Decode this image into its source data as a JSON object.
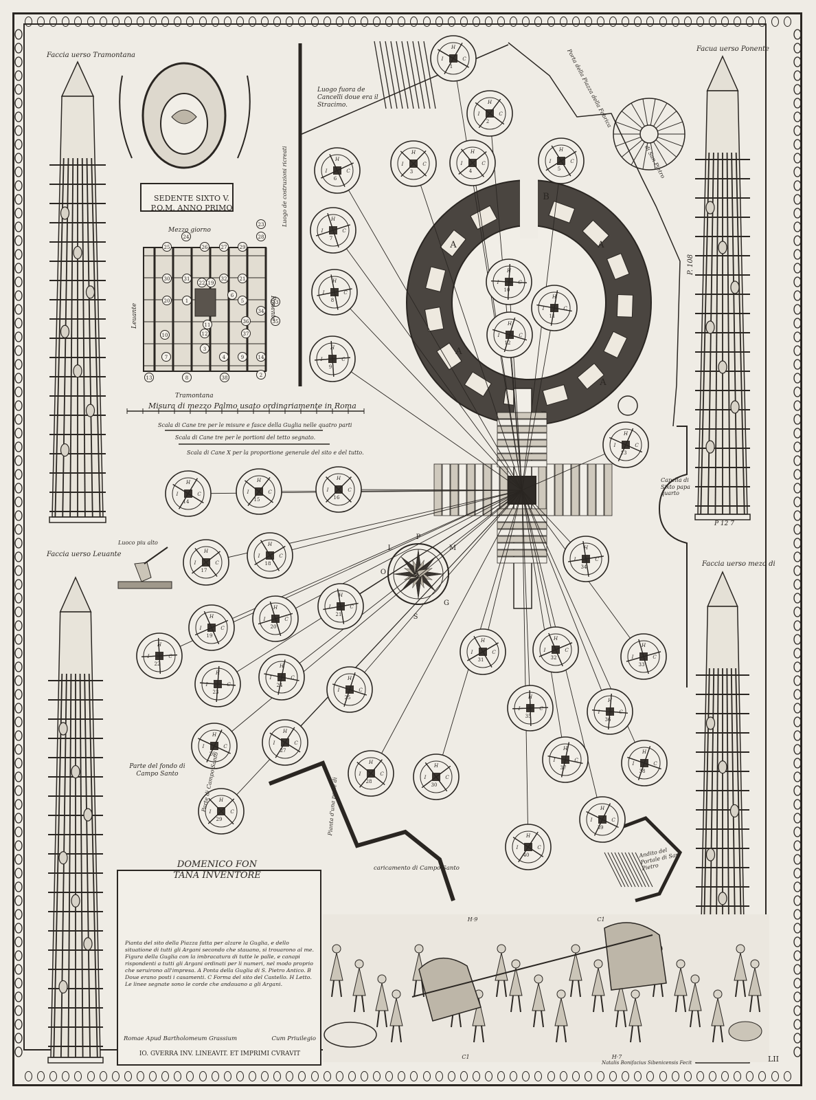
{
  "labels": {
    "top_left_face": "Faccia uerso Tramontana",
    "top_right_face": "Facua uerso Ponente",
    "bottom_left_face": "Faccia uerso Leuante",
    "bottom_right_face": "Faccia uerso mezo di",
    "seal_line1": "SEDENTE SIXTO V.",
    "seal_line2": "P.O.M. ANNO PRIMO",
    "grid_top": "Mezzo giorno",
    "grid_left": "Leuante",
    "grid_right": "Ponente",
    "grid_bottom": "Tramontana",
    "scale_title": "Misura di mezzo Palmo usato ordinariamente in Roma",
    "scale_1": "Scala di Cane tre per le misure e fasce della Guglia nelle quatro parti",
    "scale_2": "Scala di Cane tre per le portioni del tetto segnato.",
    "scale_3": "Scala di Cane X per la proportione generale del sito e del tutto.",
    "fence_note": "Luogo fuora de Cancelli doue era il Stracimo.",
    "wall_note": "Luogo de costruzioni ricreati",
    "porta_note": "Porta della Piazza della Fabrica",
    "sam_pietro": "di San Pietro",
    "luoco_alto": "Luoco piu alto",
    "cappella": "Capella di Sixto papa quarto",
    "parte_fondo": "Parte del fondo di Campo Santo",
    "parte_campo": "Parte di Campo Santo",
    "pianta": "Pianta d'una parte di",
    "caricamento": "caricamento di Campo Santo",
    "andito": "Andito del Portale di San Pietro",
    "inventor_1": "DOMENICO FON",
    "inventor_2": "TANA INVENTORE",
    "cartouche_text": "Pianta del sito della Piazza fatta per alzare la Guglia, e dello situatione di tutti gli Argani secondo che stauano, si trouarono al me. Figura della Guglia con la imbracatura di tutte le palle, e canapi rispondenti a tutti gli Argani ordinati per li numeri, nel modo proprio che seruirono all'impresa. A Ponta della Guglia di S. Pietro Antico. B Doue erano posti i casamenti. C Forma del sito del Castello. H Letto. Le linee segnate sono le corde che andauano a gli Argani.",
    "cartouche_foot_left": "Romae Apud Bartholomeum Grassium",
    "cartouche_foot_right": "Cum Priuilegio",
    "engraver": "IO. GVERRA INV. LINEAVIT. ET IMPRIMI CVRAVIT",
    "signature": "Natalis Bonifacius Sibenicensis Fecit",
    "page_number": "LII",
    "p_label": "P. 108",
    "p_scale": "P 12 7",
    "compass_letters": [
      "P",
      "M",
      "G",
      "O",
      "S",
      "L"
    ],
    "ring_letters": [
      "H",
      "C",
      "I"
    ],
    "wheel_labels": [
      "1",
      "2",
      "3",
      "4",
      "5",
      "6",
      "7",
      "8",
      "9",
      "10",
      "11",
      "12",
      "13",
      "14",
      "15",
      "16",
      "17",
      "18",
      "19",
      "20",
      "21",
      "22",
      "23",
      "24",
      "25",
      "26",
      "27",
      "28",
      "29",
      "30",
      "31",
      "32",
      "33",
      "34",
      "35",
      "36",
      "37",
      "38",
      "39",
      "40"
    ],
    "grid_numbers": [
      "23",
      "24",
      "28",
      "25",
      "26",
      "27",
      "29",
      "30",
      "31",
      "32",
      "21",
      "22",
      "19",
      "20",
      "1",
      "6",
      "5",
      "11",
      "33",
      "34",
      "35",
      "36",
      "37",
      "10",
      "12",
      "13",
      "8",
      "7",
      "38",
      "2",
      "3",
      "4",
      "9",
      "14"
    ],
    "area_letters": [
      "A",
      "A",
      "A",
      "A",
      "B",
      "B"
    ]
  }
}
